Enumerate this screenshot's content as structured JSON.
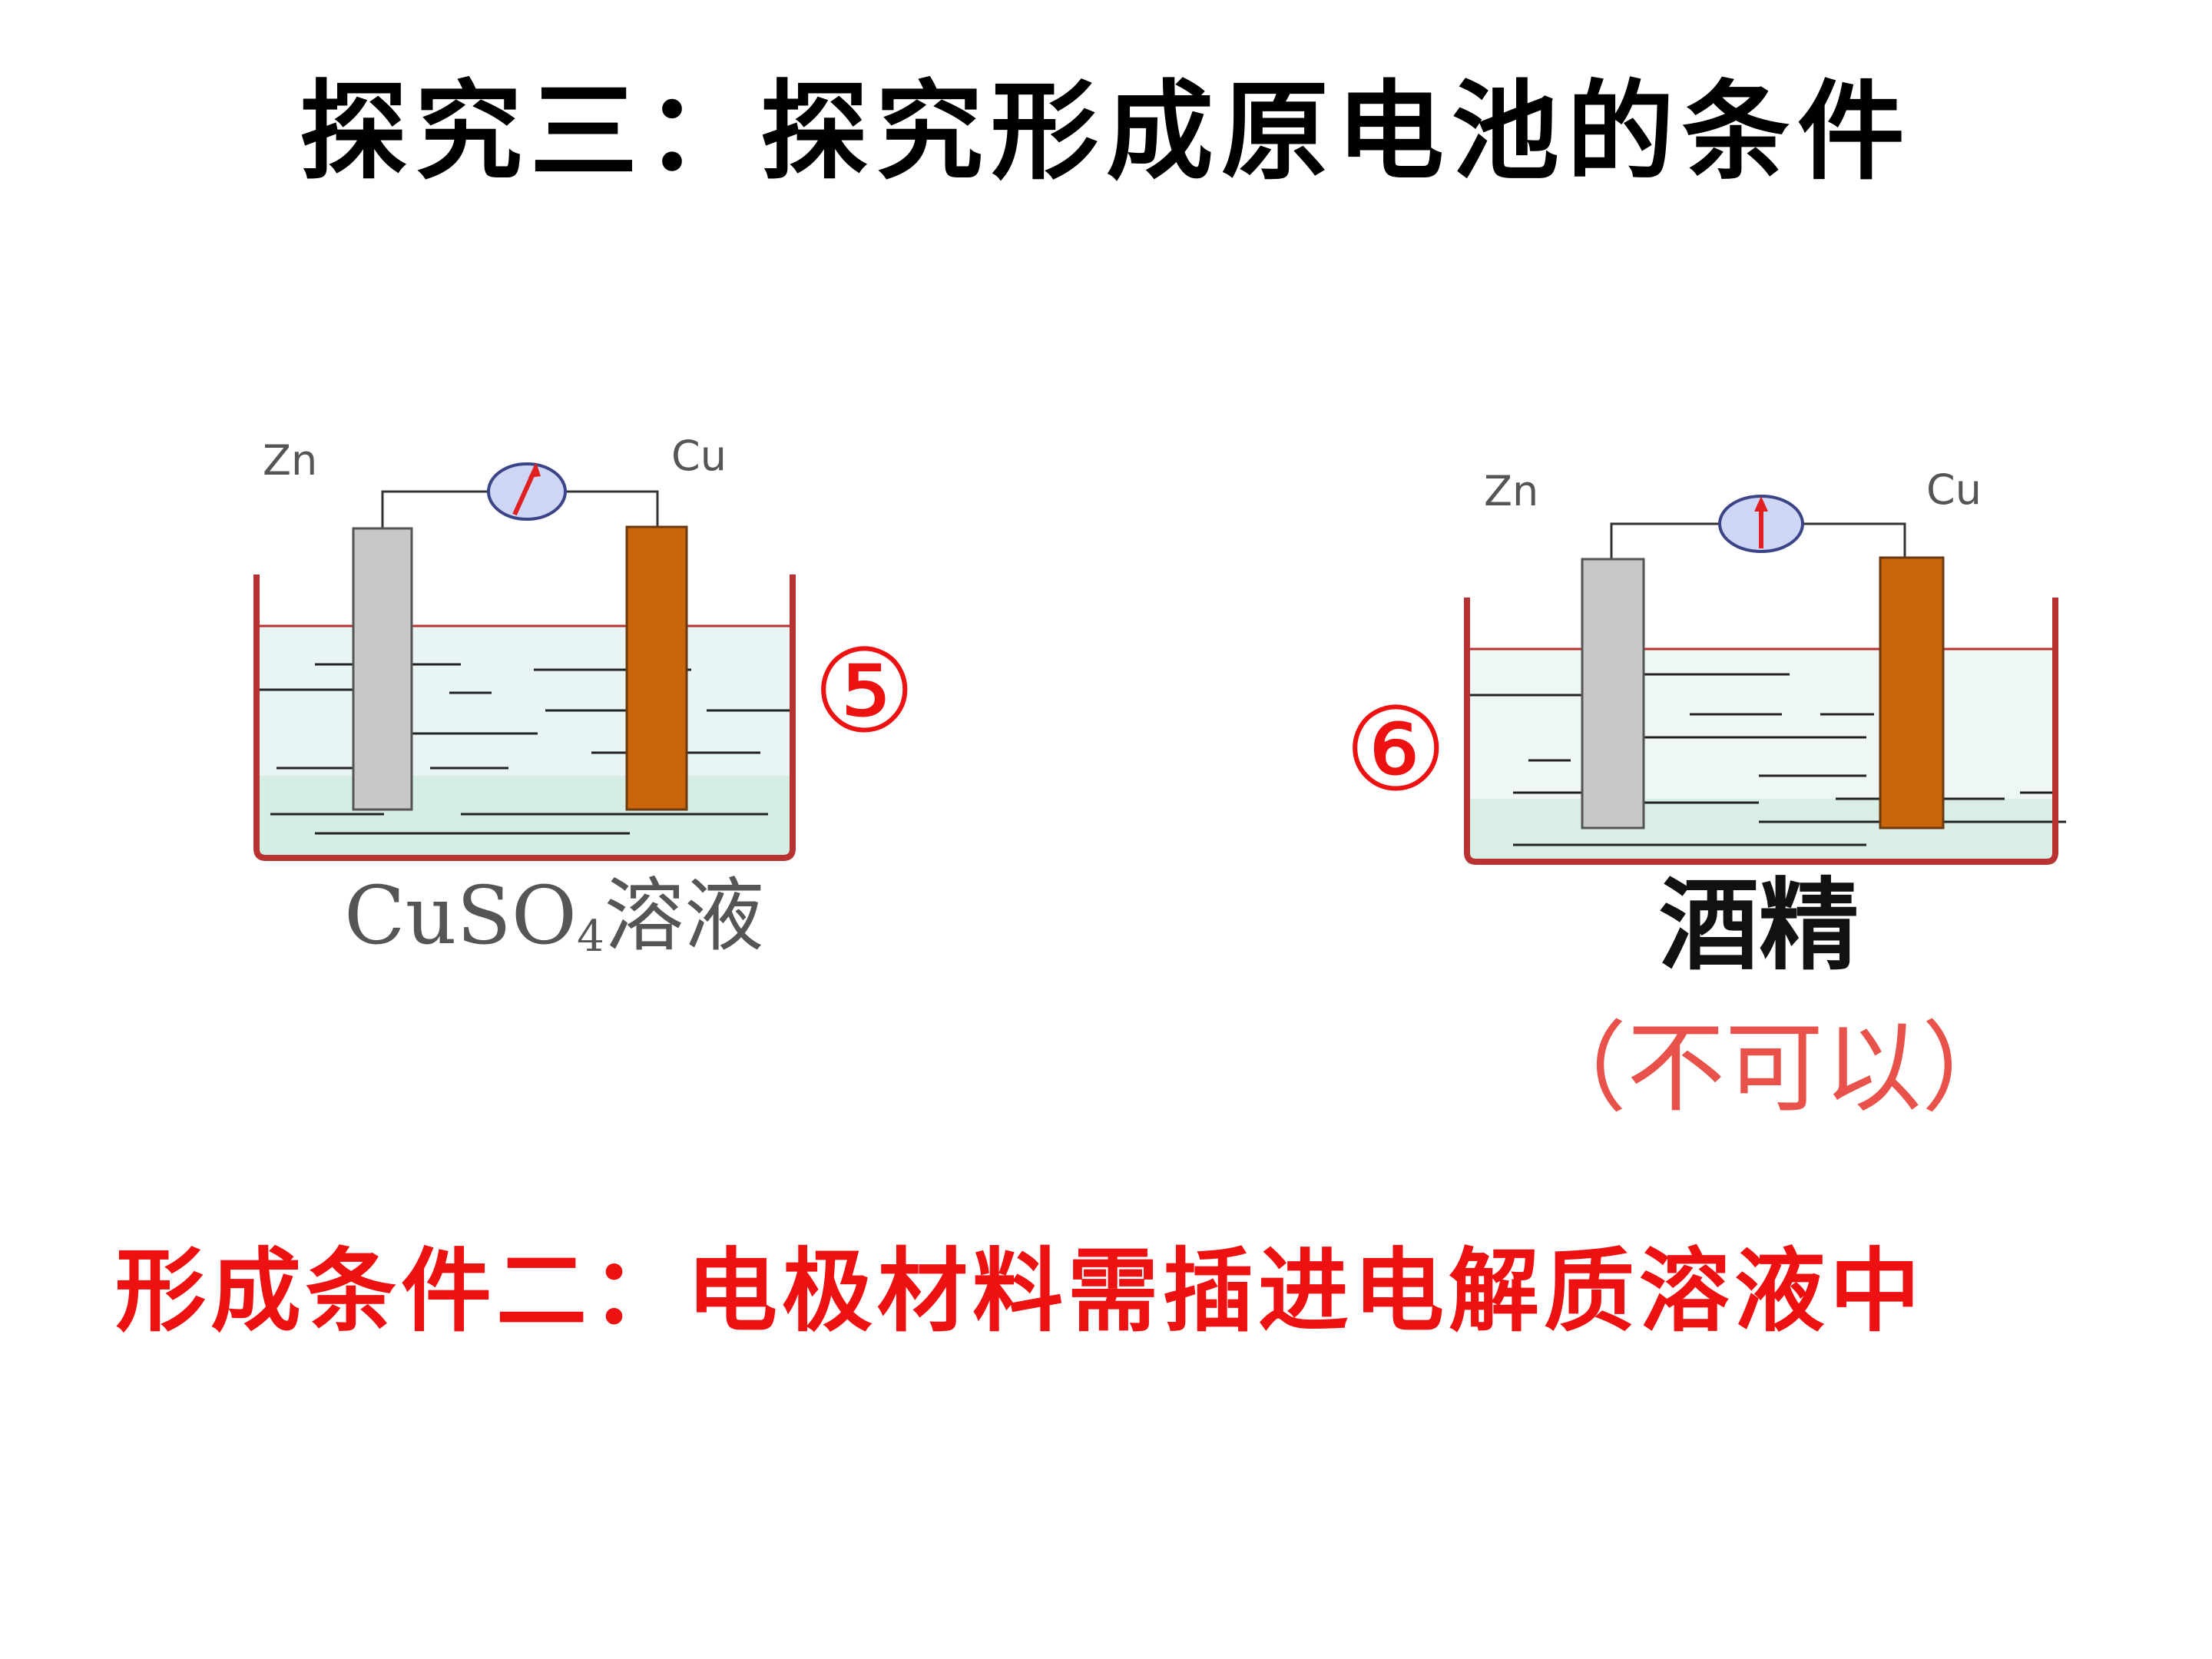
{
  "slide": {
    "title": "探究三：探究形成原电池的条件",
    "conclusion": "形成条件二：电极材料需插进电解质溶液中",
    "colors": {
      "title": "#000000",
      "conclusion": "#ee1111",
      "verdict": "#e8524a",
      "beaker": "#b83232",
      "zinc": "#c8c8c8",
      "copper": "#c9650a",
      "solution": "#dff2ec"
    }
  },
  "cells": [
    {
      "number": "⑤",
      "left_electrode": "Zn",
      "right_electrode": "Cu",
      "solution_main": "CuSO",
      "solution_sub": "4",
      "solution_tail": "溶液"
    },
    {
      "number": "⑥",
      "left_electrode": "Zn",
      "right_electrode": "Cu",
      "solution_main": "酒精",
      "verdict": "（不可以）"
    }
  ]
}
